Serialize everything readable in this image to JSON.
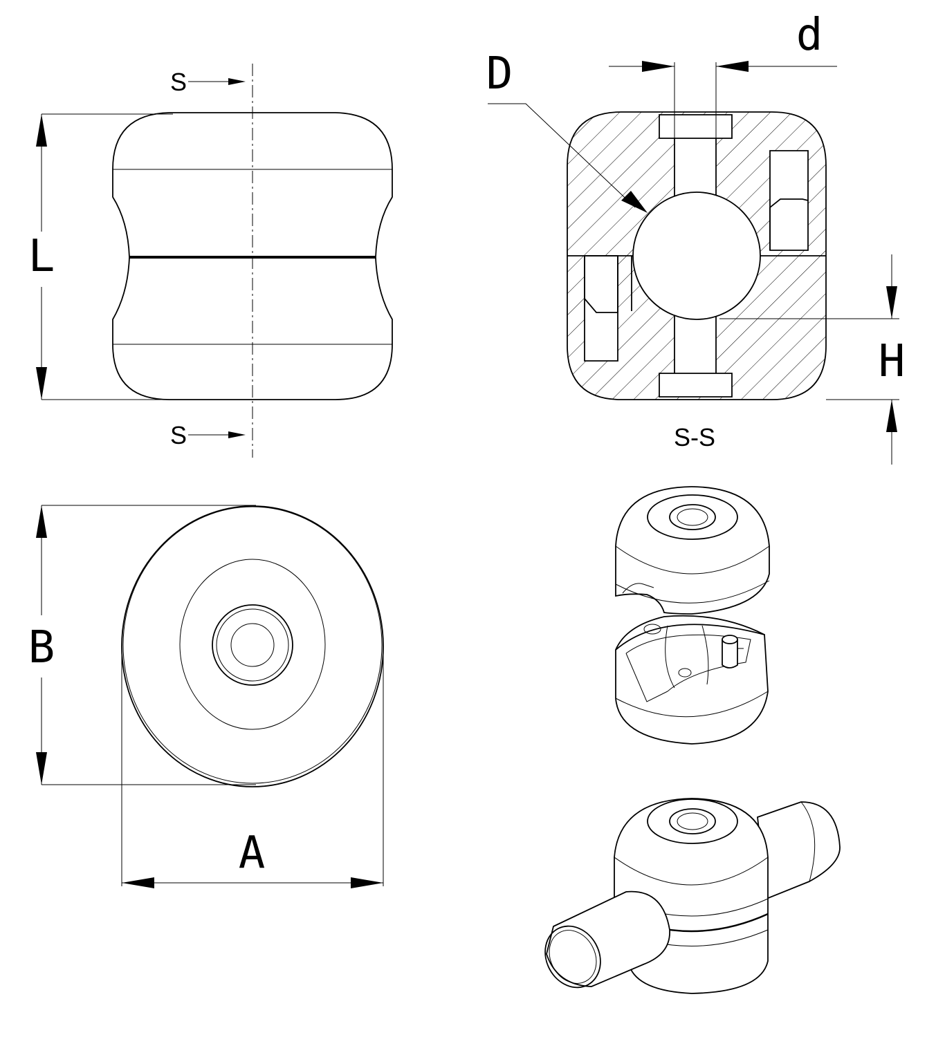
{
  "labels": {
    "section_mark_top": "S",
    "section_mark_bottom": "S",
    "dim_L": "L",
    "dim_B": "B",
    "dim_A": "A",
    "dim_D": "D",
    "dim_d": "d",
    "dim_H": "H",
    "section_title": "S-S"
  }
}
